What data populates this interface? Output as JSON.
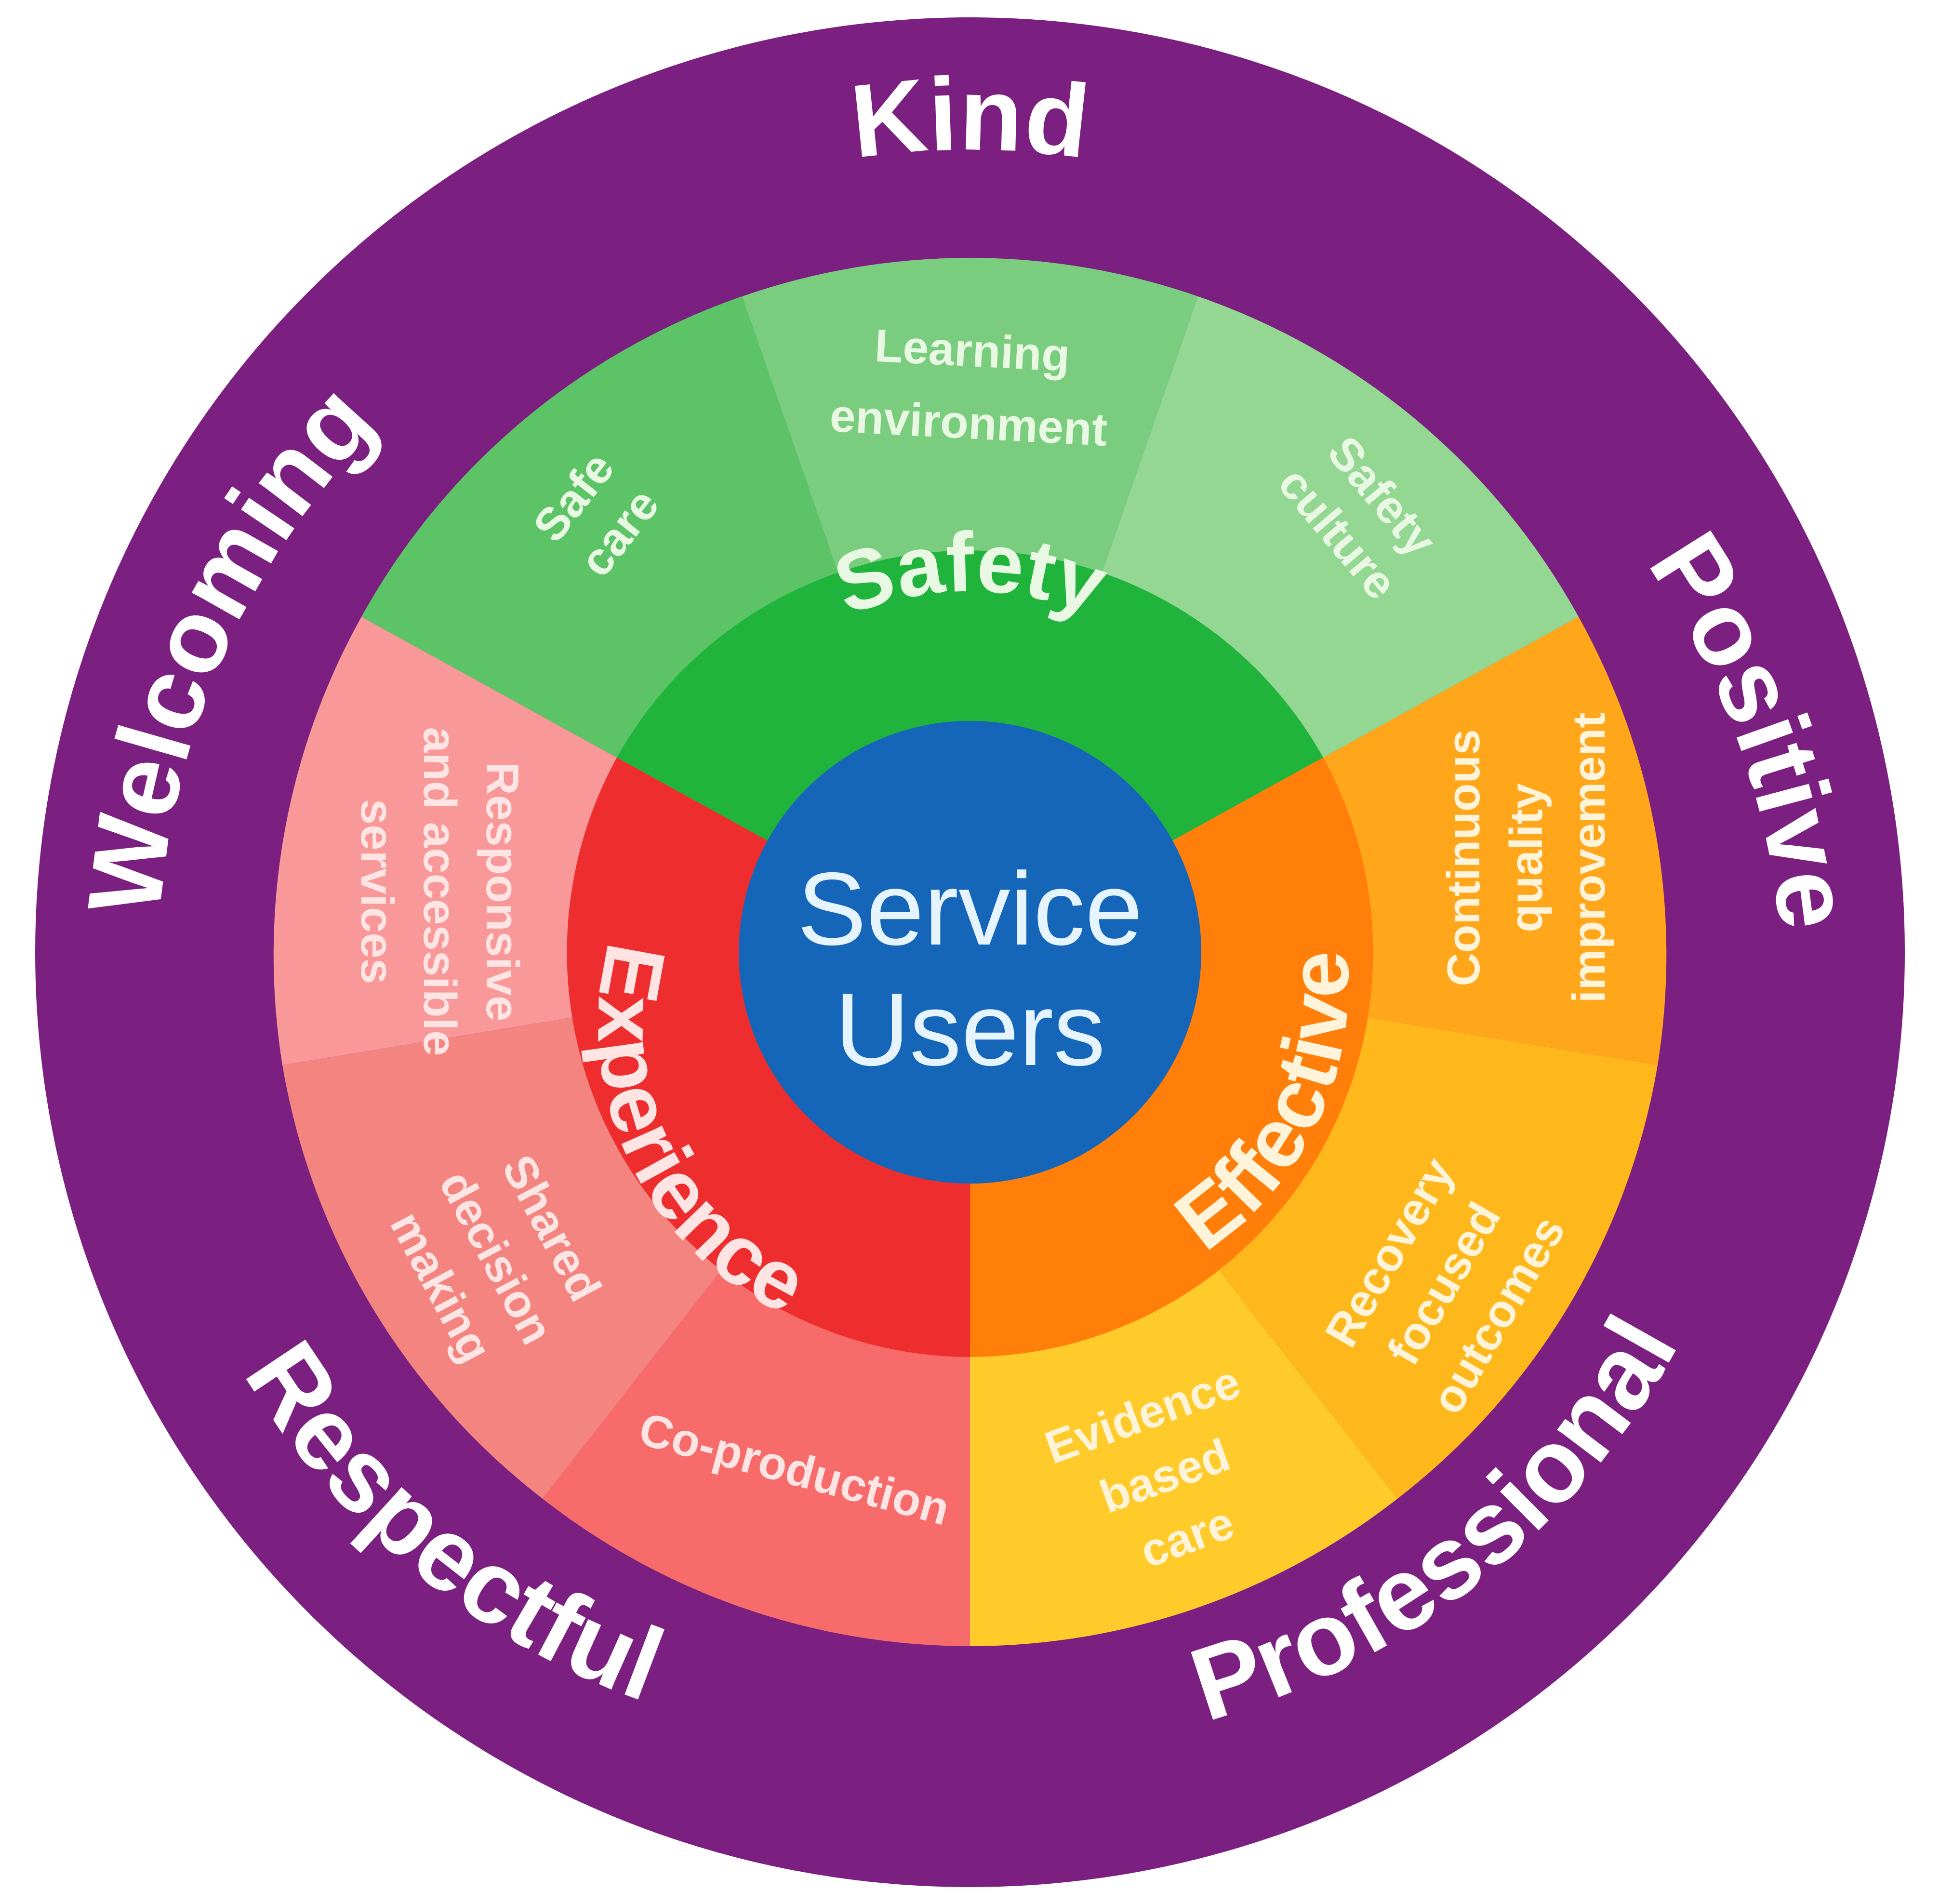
{
  "colors": {
    "outer_ring": "#7B1F80",
    "center": "#1565B8",
    "center_text": "#E6F4FF",
    "safety_inner": "#20B43C",
    "safety_outer": [
      "#5CC466",
      "#7ACD7E",
      "#93D792"
    ],
    "effective_inner": "#FF7F0A",
    "effective_outer": [
      "#FFA61A",
      "#FFB81C",
      "#FFCB2A"
    ],
    "experience_inner": "#EE2E2E",
    "experience_outer": [
      "#F76B6B",
      "#F3847F",
      "#F99898"
    ],
    "label_light": "#FFFFFF",
    "label_safety": "#E8F8E3",
    "label_effective": "#FFF4D9",
    "label_experience": "#FFE4E4"
  },
  "center": {
    "line1": "Service",
    "line2": "Users"
  },
  "values": {
    "kind": "Kind",
    "positive": "Positive",
    "professional": "Professional",
    "respectful": "Respectful",
    "welcoming": "Welcoming"
  },
  "domains": {
    "safety": {
      "label": "Safety",
      "aspects": [
        {
          "line1": "Safe",
          "line2": "care"
        },
        {
          "line1": "Learning",
          "line2": "environment"
        },
        {
          "line1": "Safety",
          "line2": "culture"
        }
      ]
    },
    "effective": {
      "label": "Effective",
      "aspects": [
        {
          "line1": "Continuous",
          "line2": "quality",
          "line3": "improvement"
        },
        {
          "line1": "Recovery",
          "line2": "focused",
          "line3": "outcomes"
        },
        {
          "line1": "Evidence",
          "line2": "based",
          "line3": "care"
        }
      ]
    },
    "experience": {
      "label": "Experience",
      "aspects": [
        {
          "line1": "Co-production"
        },
        {
          "line1": "Shared",
          "line2": "decision",
          "line3": "making"
        },
        {
          "line1": "Responsive",
          "line2": "and accessible",
          "line3": "services"
        }
      ]
    }
  }
}
